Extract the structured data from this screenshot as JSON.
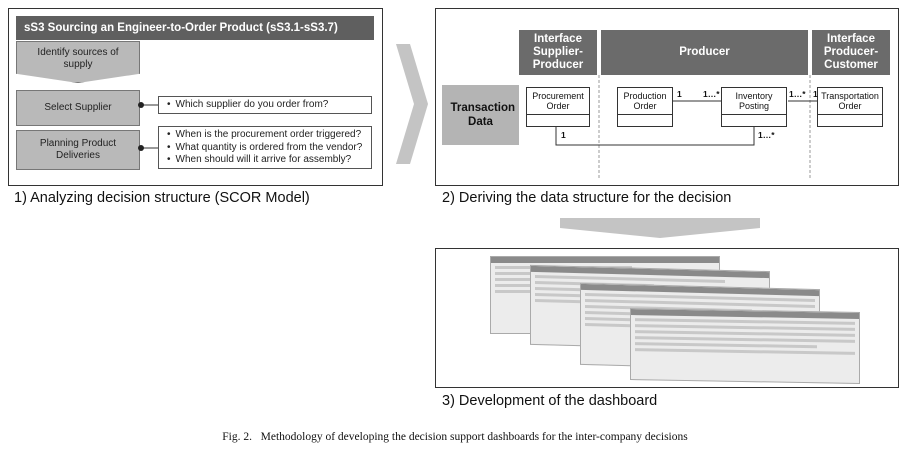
{
  "panel1": {
    "title": "sS3 Sourcing an Engineer-to-Order Product (sS3.1-sS3.7)",
    "steps": [
      {
        "label": "Identify sources of supply"
      },
      {
        "label": "Select Supplier"
      },
      {
        "label": "Planning Product Deliveries"
      }
    ],
    "questions_select": [
      "Which supplier do you order from?"
    ],
    "questions_planning": [
      "When is the procurement order triggered?",
      "What quantity is ordered from the vendor?",
      "When should will it arrive for assembly?"
    ],
    "caption": "1) Analyzing decision structure (SCOR Model)"
  },
  "panel2": {
    "headers": {
      "supplier_producer": "Interface Supplier-Producer",
      "producer": "Producer",
      "producer_customer": "Interface Producer-Customer"
    },
    "row_label": "Transaction Data",
    "classes": {
      "procurement": "Procurement Order",
      "production": "Production Order",
      "inventory": "Inventory Posting",
      "transportation": "Transportation Order"
    },
    "multiplicities": {
      "prod_left": "1",
      "prod_right": "1…*",
      "inv_right": "1…*",
      "trans_left": "1",
      "bottom_left": "1",
      "bottom_right": "1…*"
    },
    "caption": "2) Deriving the data structure for the decision"
  },
  "panel3": {
    "caption": "3) Development of the dashboard"
  },
  "figure_caption": "Fig. 2.   Methodology of developing the decision support dashboards for the inter-company decisions",
  "colors": {
    "dark_header": "#5f5f5f",
    "step_gray": "#b9b9b9",
    "arrow_gray": "#c4c4c4"
  }
}
